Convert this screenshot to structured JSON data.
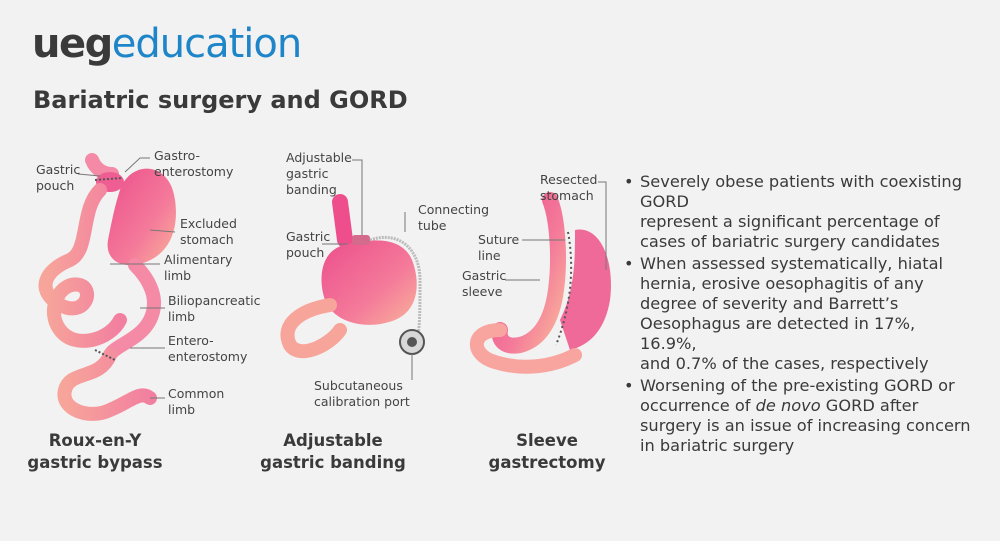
{
  "logo": {
    "part1": "ueg",
    "part2": "education"
  },
  "title": "Bariatric surgery and GORD",
  "diagrams": {
    "bypass": {
      "labels": {
        "gastric_pouch_1": "Gastric",
        "gastric_pouch_2": "pouch",
        "gastroenterostomy_1": "Gastro-",
        "gastroenterostomy_2": "enterostomy",
        "excluded_stomach_1": "Excluded",
        "excluded_stomach_2": "stomach",
        "alimentary_limb_1": "Alimentary",
        "alimentary_limb_2": "limb",
        "biliopancreatic_1": "Biliopancreatic",
        "biliopancreatic_2": "limb",
        "enteroenterostomy_1": "Entero-",
        "enteroenterostomy_2": "enterostomy",
        "common_limb_1": "Common",
        "common_limb_2": "limb"
      },
      "caption_1": "Roux-en-Y",
      "caption_2": "gastric bypass"
    },
    "banding": {
      "labels": {
        "adjustable_1": "Adjustable",
        "adjustable_2": "gastric",
        "adjustable_3": "banding",
        "connecting_1": "Connecting",
        "connecting_2": "tube",
        "pouch_1": "Gastric",
        "pouch_2": "pouch",
        "port_1": "Subcutaneous",
        "port_2": "calibration port"
      },
      "caption_1": "Adjustable",
      "caption_2": "gastric banding"
    },
    "sleeve": {
      "labels": {
        "resected_1": "Resected",
        "resected_2": "stomach",
        "suture_1": "Suture",
        "suture_2": "line",
        "sleeve_1": "Gastric",
        "sleeve_2": "sleeve"
      },
      "caption_1": "Sleeve",
      "caption_2": "gastrectomy"
    }
  },
  "bullets": [
    {
      "lines": [
        "Severely obese patients with coexisting",
        "GORD",
        "represent a significant percentage of",
        "cases of bariatric surgery candidates"
      ]
    },
    {
      "lines": [
        "When assessed systematically, hiatal",
        "hernia, erosive oesophagitis of any",
        "degree of severity and Barrett’s",
        "Oesophagus are detected in 17%, 16.9%,",
        "and 0.7% of the cases, respectively"
      ]
    },
    {
      "line1": "Worsening of the pre-existing GORD or",
      "line2_pre": "occurrence of ",
      "line2_em": "de novo",
      "line2_post": " GORD after",
      "line3": "surgery is an issue of increasing concern",
      "line4": "in bariatric surgery"
    }
  ],
  "colors": {
    "brand_blue": "#1f85c9",
    "stomach_pink": "#f06292",
    "intestine_peach": "#f8b6a8"
  }
}
